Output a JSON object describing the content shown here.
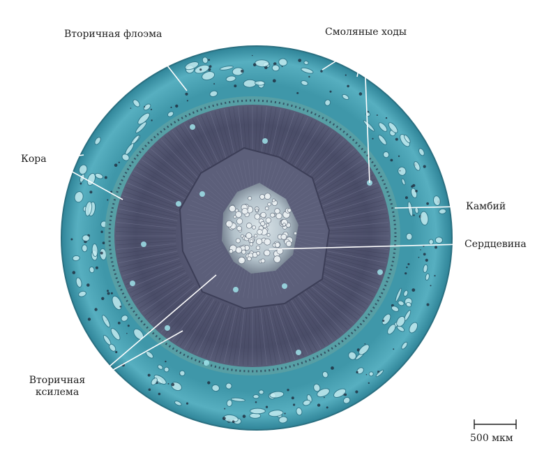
{
  "labels": {
    "secondary_phloem": "Вторичная флоэма",
    "resin_ducts": "Смоляные ходы",
    "cortex": "Кора",
    "cambium": "Камбий",
    "pith": "Сердцевина",
    "secondary_xylem_line1": "Вторичная",
    "secondary_xylem_line2": "ксилема"
  },
  "scale_bar": {
    "label": "500 мкм"
  },
  "colors": {
    "cortex": "#4aa3b4",
    "cortex_dark": "#2d7f93",
    "cambium_band": "#5fa5a3",
    "xylem_outer": "#4b4f66",
    "xylem_mid": "#5a5d78",
    "xylem_inner": "#3f4058",
    "pith": "#b8c7cf",
    "leader_line": "#ffffff",
    "text": "#1a1a1a"
  }
}
